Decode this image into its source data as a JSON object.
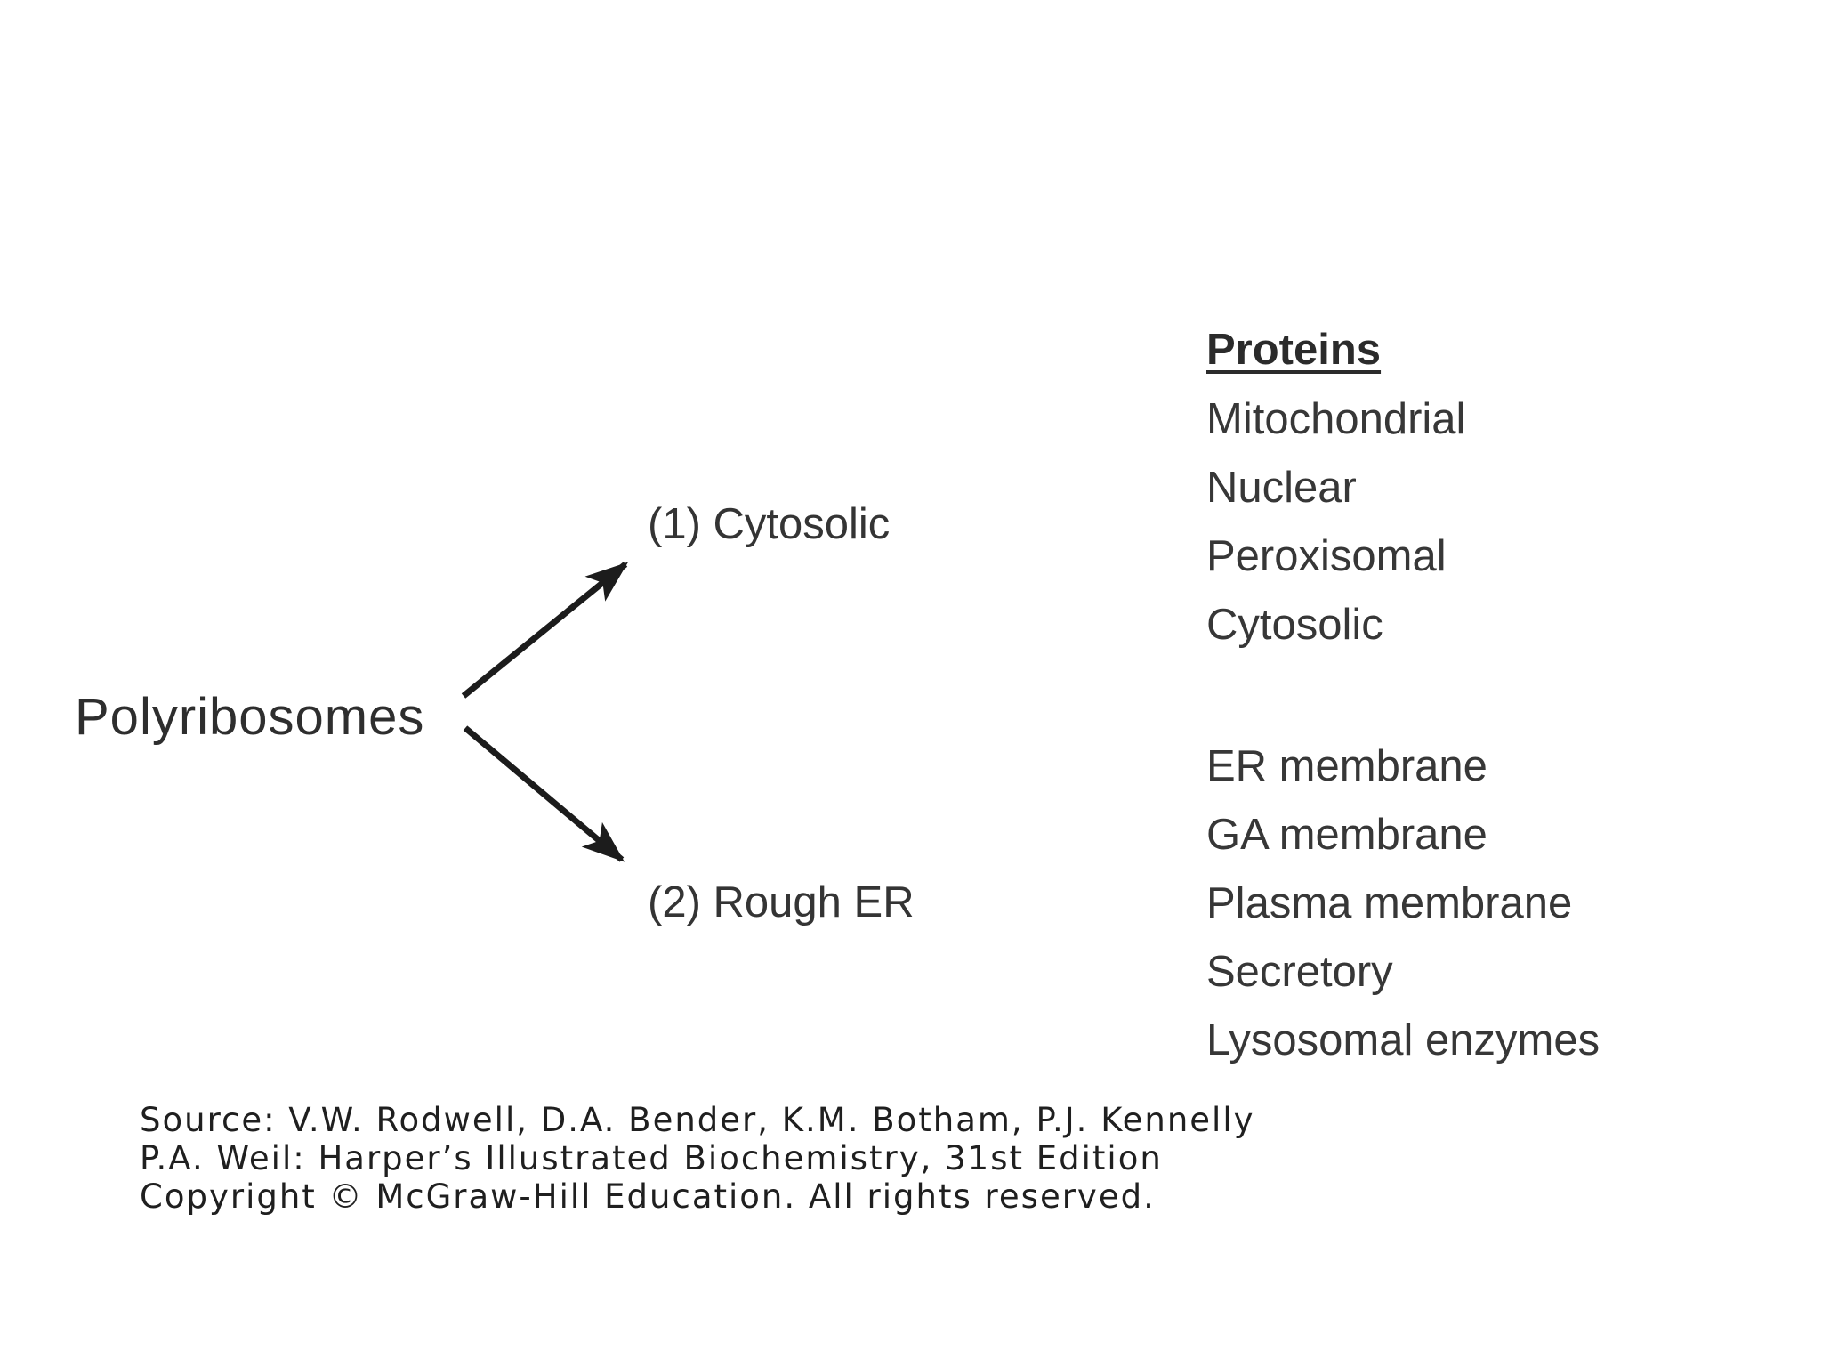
{
  "diagram": {
    "root": {
      "label": "Polyribosomes"
    },
    "branches": [
      {
        "label": "(1) Cytosolic"
      },
      {
        "label": "(2) Rough ER"
      }
    ],
    "proteins_column": {
      "heading": "Proteins",
      "cytosolic_group": [
        "Mitochondrial",
        "Nuclear",
        "Peroxisomal",
        "Cytosolic"
      ],
      "rough_er_group": [
        "ER membrane",
        "GA membrane",
        "Plasma membrane",
        "Secretory",
        "Lysosomal enzymes"
      ]
    }
  },
  "attribution": {
    "line1": "Source: V.W. Rodwell, D.A. Bender, K.M. Botham, P.J. Kennelly",
    "line2": "P.A. Weil: Harper’s Illustrated Biochemistry, 31st Edition",
    "line3": "Copyright © McGraw-Hill Education. All rights reserved."
  },
  "colors": {
    "background": "#ffffff",
    "diagram_text": "#333333",
    "attribution_text": "#1f1f1f",
    "arrow": "#1c1c1c"
  }
}
